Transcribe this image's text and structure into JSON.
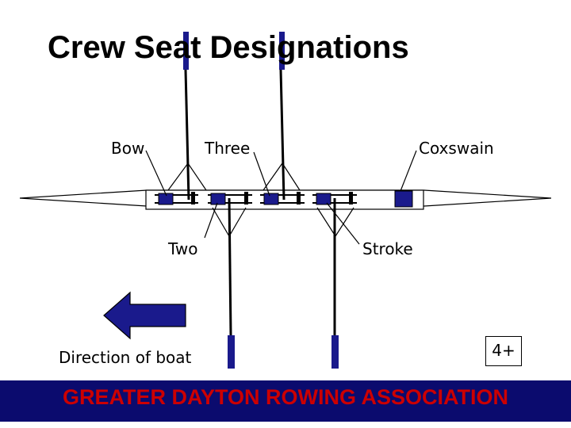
{
  "title": "Crew Seat Designations",
  "labels": {
    "bow": "Bow",
    "three": "Three",
    "coxswain": "Coxswain",
    "two": "Two",
    "stroke": "Stroke",
    "direction": "Direction of boat"
  },
  "boat_class": "4+",
  "footer": "GREATER DAYTON ROWING ASSOCIATION",
  "colors": {
    "navy": "#0b0b6e",
    "seat_blue": "#1a1a8c",
    "footer_text": "#cc0000",
    "outline": "#000000"
  },
  "icons": {
    "direction_arrow": "left-arrow-icon"
  }
}
